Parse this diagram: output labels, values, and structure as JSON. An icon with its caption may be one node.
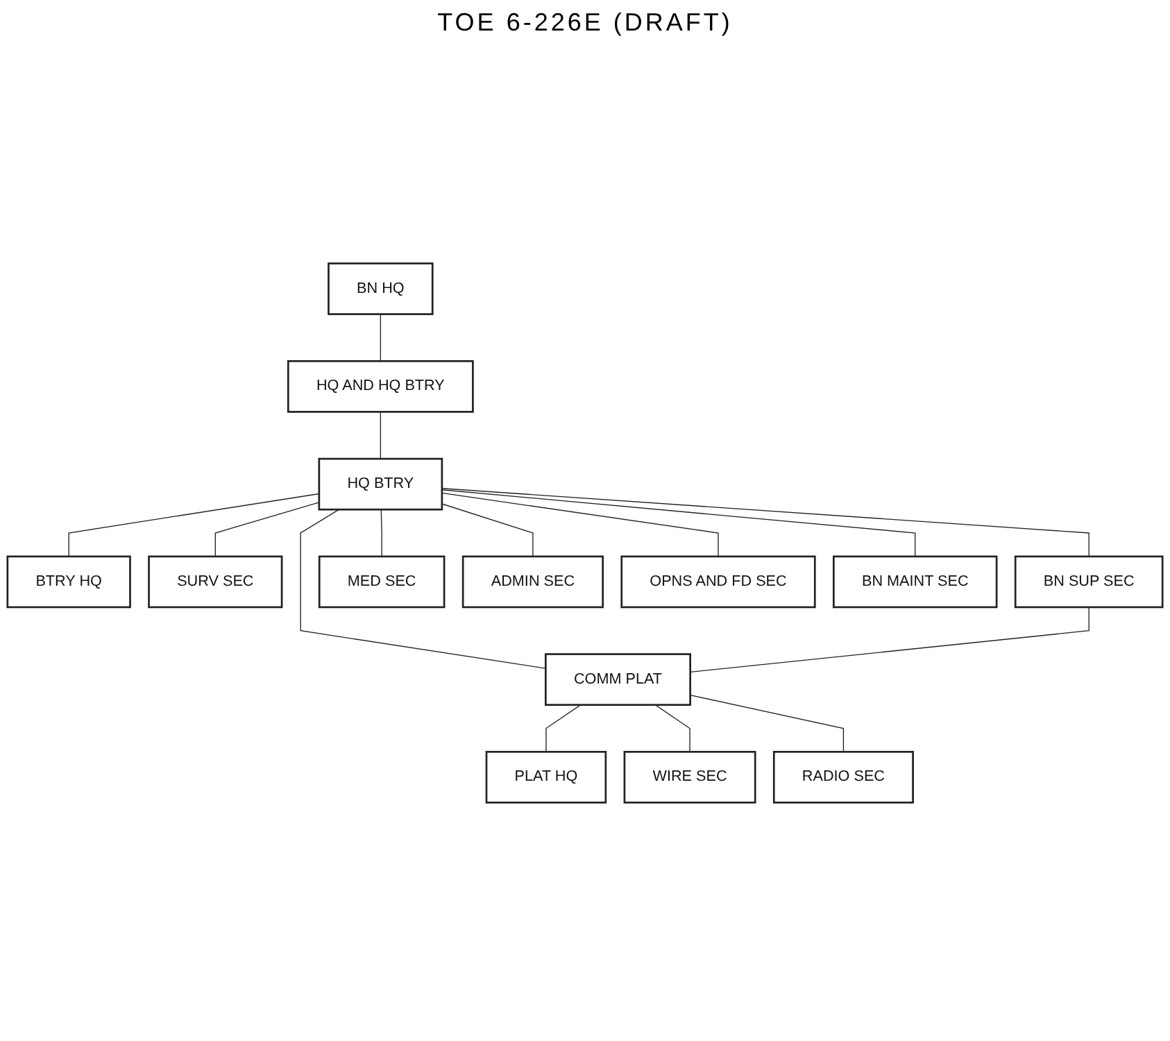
{
  "diagram": {
    "title": "TOE 6-226E (DRAFT)",
    "nodes": [
      {
        "text": [
          "BN HQ"
        ]
      },
      {
        "text": [
          "HQ AND HQ BTRY"
        ]
      },
      {
        "text": [
          "HQ BTRY"
        ]
      },
      {
        "text": [
          "BTRY HQ"
        ]
      },
      {
        "text": [
          "SURV SEC"
        ]
      },
      {
        "text": [
          "BN SUP SEC"
        ]
      },
      {
        "text": [
          "MED SEC"
        ]
      },
      {
        "text": [
          "ADMIN SEC"
        ]
      },
      {
        "text": [
          "OPNS AND FD SEC"
        ]
      },
      {
        "text": [
          "COMM PLAT"
        ]
      },
      {
        "text": [
          "BN MAINT SEC"
        ]
      },
      {
        "text": [
          "PLAT HQ"
        ]
      },
      {
        "text": [
          "WIRE SEC"
        ]
      },
      {
        "text": [
          "RADIO SEC"
        ]
      }
    ],
    "edges": [
      {
        "from": 0,
        "to": 1,
        "arrow": "none"
      },
      {
        "from": 1,
        "to": 2,
        "arrow": "none"
      },
      {
        "from": 2,
        "to": 3,
        "arrow": "none"
      },
      {
        "from": 2,
        "to": 4,
        "arrow": "none"
      },
      {
        "from": 2,
        "to": 5,
        "arrow": "none"
      },
      {
        "from": 2,
        "to": 6,
        "arrow": "none"
      },
      {
        "from": 2,
        "to": 7,
        "arrow": "none"
      },
      {
        "from": 2,
        "to": 8,
        "arrow": "none"
      },
      {
        "from": 2,
        "to": 9,
        "arrow": "none"
      },
      {
        "from": 2,
        "to": 10,
        "arrow": "none"
      },
      {
        "from": 5,
        "to": 9,
        "arrow": "none"
      },
      {
        "from": 9,
        "to": 11,
        "arrow": "none"
      },
      {
        "from": 9,
        "to": 12,
        "arrow": "none"
      },
      {
        "from": 9,
        "to": 13,
        "arrow": "none"
      }
    ]
  }
}
